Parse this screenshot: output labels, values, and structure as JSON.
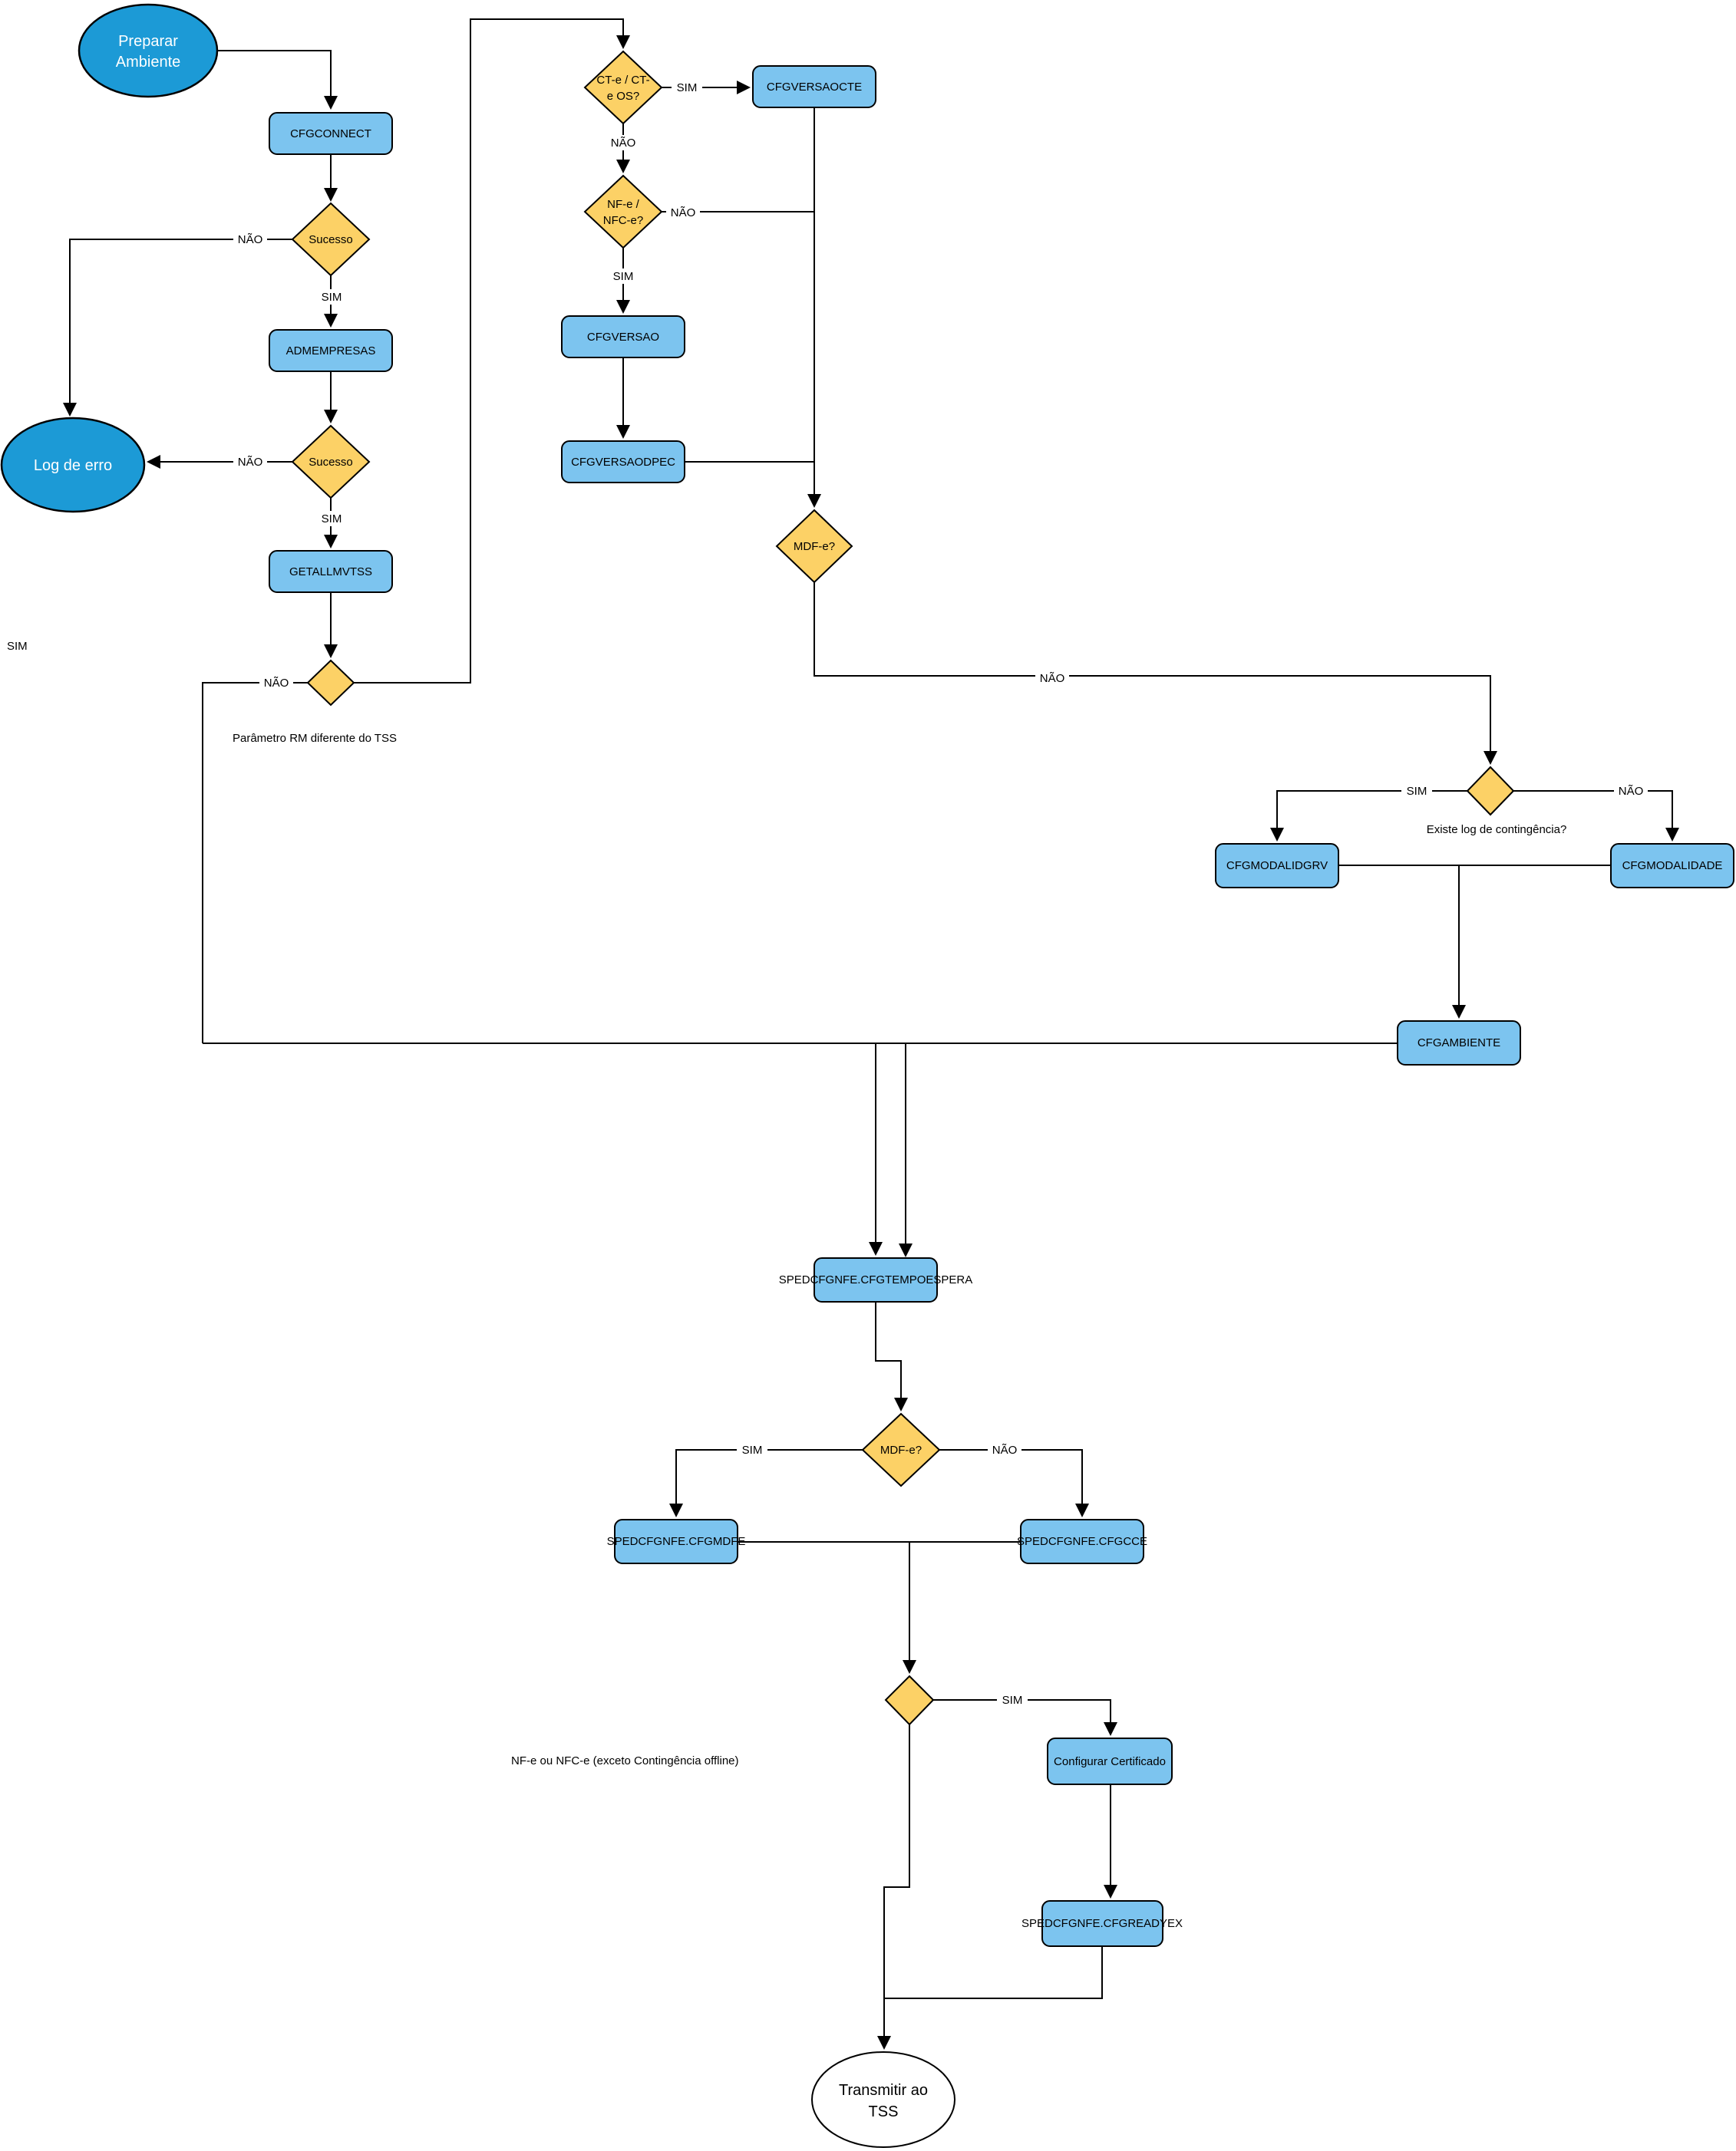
{
  "colors": {
    "process_fill": "#7CC4EF",
    "decision_fill": "#FCD166",
    "terminator_fill": "#1C9AD6",
    "terminator_end_fill": "#FFFFFF",
    "stroke": "#000000"
  },
  "nodes": {
    "start": {
      "line1": "Preparar",
      "line2": "Ambiente"
    },
    "cfgconnect": {
      "label": "CFGCONNECT"
    },
    "sucesso1": {
      "label": "Sucesso"
    },
    "admempresas": {
      "label": "ADMEMPRESAS"
    },
    "sucesso2": {
      "label": "Sucesso"
    },
    "log_erro": {
      "label": "Log de erro"
    },
    "getallmvtss": {
      "label": "GETALLMVTSS"
    },
    "cte": {
      "line1": "CT-e / CT-",
      "line2": "e OS?"
    },
    "cfgversaocte": {
      "label": "CFGVERSAOCTE"
    },
    "nfe": {
      "line1": "NF-e /",
      "line2": "NFC-e?"
    },
    "cfgversao": {
      "label": "CFGVERSAO"
    },
    "cfgversaodpec": {
      "label": "CFGVERSAODPEC"
    },
    "mdfe1": {
      "label": "MDF-e?"
    },
    "cfgmodalidgrv": {
      "label": "CFGMODALIDGRV"
    },
    "cfgmodalidade": {
      "label": "CFGMODALIDADE"
    },
    "cfgambiente": {
      "label": "CFGAMBIENTE"
    },
    "tempoespera": {
      "label": "SPEDCFGNFE.CFGTEMPOESPERA"
    },
    "mdfe2": {
      "label": "MDF-e?"
    },
    "cfgmdfe": {
      "label": "SPEDCFGNFE.CFGMDFE"
    },
    "cfgcce": {
      "label": "SPEDCFGNFE.CFGCCE"
    },
    "config_cert": {
      "label": "Configurar Certificado"
    },
    "readyex": {
      "label": "SPEDCFGNFE.CFGREADYEX"
    },
    "end": {
      "line1": "Transmitir ao",
      "line2": "TSS"
    }
  },
  "edge_labels": {
    "sucesso1_nao": "NÃO",
    "sucesso1_sim": "SIM",
    "sucesso2_nao": "NÃO",
    "sucesso2_sim": "SIM",
    "param_nao": "NÃO",
    "stray_sim": "SIM",
    "cte_sim": "SIM",
    "cte_nao": "NÃO",
    "nfe_nao": "NÃO",
    "nfe_sim": "SIM",
    "mdfe1_nao": "NÃO",
    "cont_sim": "SIM",
    "cont_nao": "NÃO",
    "mdfe2_sim": "SIM",
    "mdfe2_nao": "NÃO",
    "cert_sim": "SIM"
  },
  "annotations": {
    "param_note": "Parâmetro RM diferente do TSS",
    "contingencia_question": "Existe log de contingência?",
    "nfe_note": "NF-e ou NFC-e (exceto Contingência offline)"
  }
}
